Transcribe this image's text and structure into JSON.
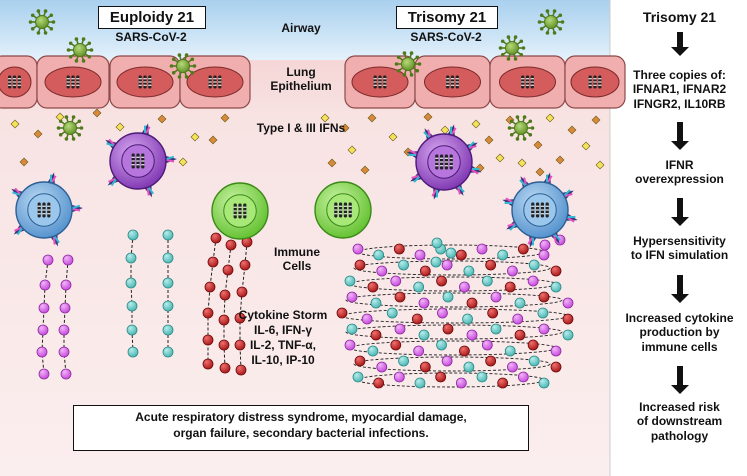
{
  "left_panel": {
    "euploidy_label": "Euploidy 21",
    "trisomy_label": "Trisomy 21",
    "virus_left": "SARS-CoV-2",
    "virus_right": "SARS-CoV-2",
    "airway": "Airway",
    "lung_line1": "Lung",
    "lung_line2": "Epithelium",
    "ifns": "Type I & III IFNs",
    "immune_line1": "Immune",
    "immune_line2": "Cells",
    "storm": [
      "Cytokine Storm",
      "IL-6, IFN-γ",
      "IL-2, TNF-α,",
      "IL-10, IP-10"
    ],
    "outcome_line1": "Acute respiratory distress syndrome, myocardial damage,",
    "outcome_line2": "organ failure, secondary bacterial infections."
  },
  "flowchart": {
    "title": "Trisomy 21",
    "steps": [
      [
        "Three copies of:",
        "IFNAR1, IFNAR2",
        "IFNGR2, IL10RB"
      ],
      [
        "IFNR",
        "overexpression"
      ],
      [
        "Hypersensitivity",
        "to IFN simulation"
      ],
      [
        "Increased cytokine",
        "production by",
        "immune cells"
      ],
      [
        "Increased risk",
        "of downstream",
        "pathology"
      ]
    ]
  },
  "colors": {
    "airway": "#c7e0f2",
    "tissue": "#f6dede",
    "epithelial_cell": "#f1aeae",
    "nucleus": "#d45c5c",
    "virus": "#7fae3b",
    "blue_cell": "#7fb2df",
    "purple_cell": "#a05ccc",
    "green_cell": "#8fdc57",
    "cytokine_magenta": "#d463e6",
    "cytokine_cyan": "#5cc6c4",
    "cytokine_red": "#c12121",
    "ifn_yellow": "#f4e25a",
    "ifn_orange": "#d9893a"
  }
}
